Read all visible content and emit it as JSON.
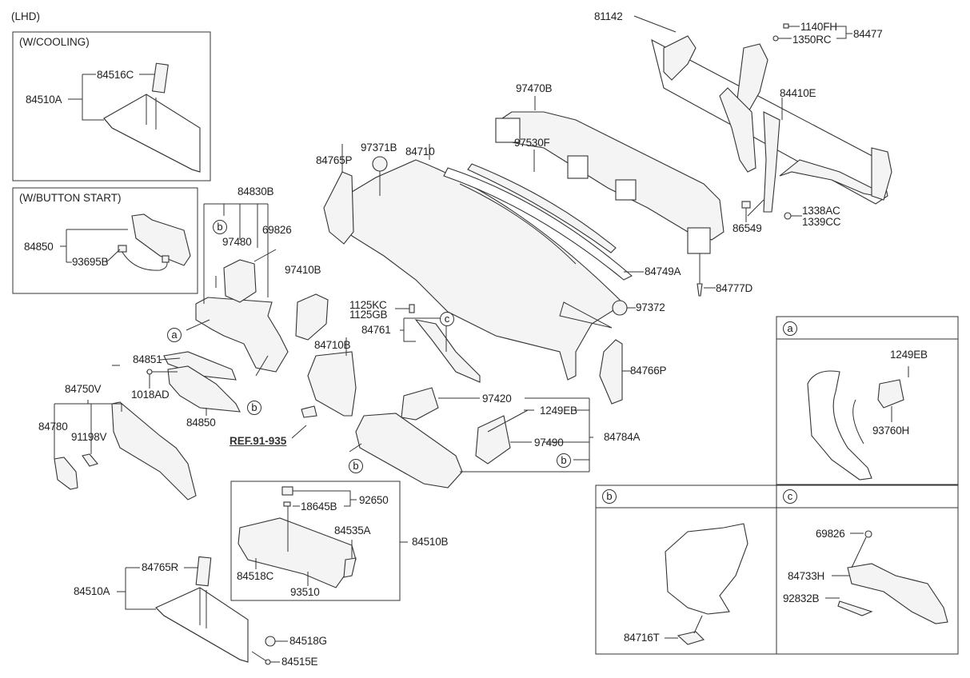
{
  "diagram": {
    "title": "(LHD)",
    "insets": {
      "cooling": {
        "title": "(W/COOLING)",
        "labels": [
          "84516C",
          "84510A"
        ]
      },
      "button_start": {
        "title": "(W/BUTTON START)",
        "labels": [
          "84850",
          "93695B"
        ]
      },
      "glovebox_b": {
        "labels": [
          "92650",
          "18645B",
          "84535A",
          "84510B",
          "84518C",
          "93510"
        ]
      }
    },
    "detail_panels": [
      {
        "marker": "a",
        "labels": [
          "1249EB",
          "93760H"
        ]
      },
      {
        "marker": "b",
        "labels": [
          "84716T"
        ]
      },
      {
        "marker": "c",
        "labels": [
          "69826",
          "84733H",
          "92832B"
        ]
      }
    ],
    "labels": {
      "p81142": "81142",
      "p1140FH": "1140FH",
      "p1350RC": "1350RC",
      "p84477": "84477",
      "p84410E": "84410E",
      "p86549": "86549",
      "p1338AC": "1338AC",
      "p1339CC": "1339CC",
      "p84777D": "84777D",
      "p97470B": "97470B",
      "p97530F": "97530F",
      "p84749A": "84749A",
      "p97372": "97372",
      "p84766P": "84766P",
      "p97371B": "97371B",
      "p84710": "84710",
      "p84765P": "84765P",
      "p84830B": "84830B",
      "p97480": "97480",
      "p69826": "69826",
      "p97410B": "97410B",
      "p1125KC": "1125KC",
      "p1125GB": "1125GB",
      "p84761": "84761",
      "p84851": "84851",
      "p1018AD": "1018AD",
      "p84850": "84850",
      "p84710B": "84710B",
      "ref": "REF.91-935",
      "p97420": "97420",
      "p1249EB": "1249EB",
      "p97490": "97490",
      "p84784A": "84784A",
      "p84750V": "84750V",
      "p84780": "84780",
      "p91198V": "91198V",
      "p84765R": "84765R",
      "p84510A": "84510A",
      "p84518G": "84518G",
      "p84515E": "84515E"
    },
    "markers": {
      "a": "a",
      "b": "b",
      "c": "c"
    }
  }
}
